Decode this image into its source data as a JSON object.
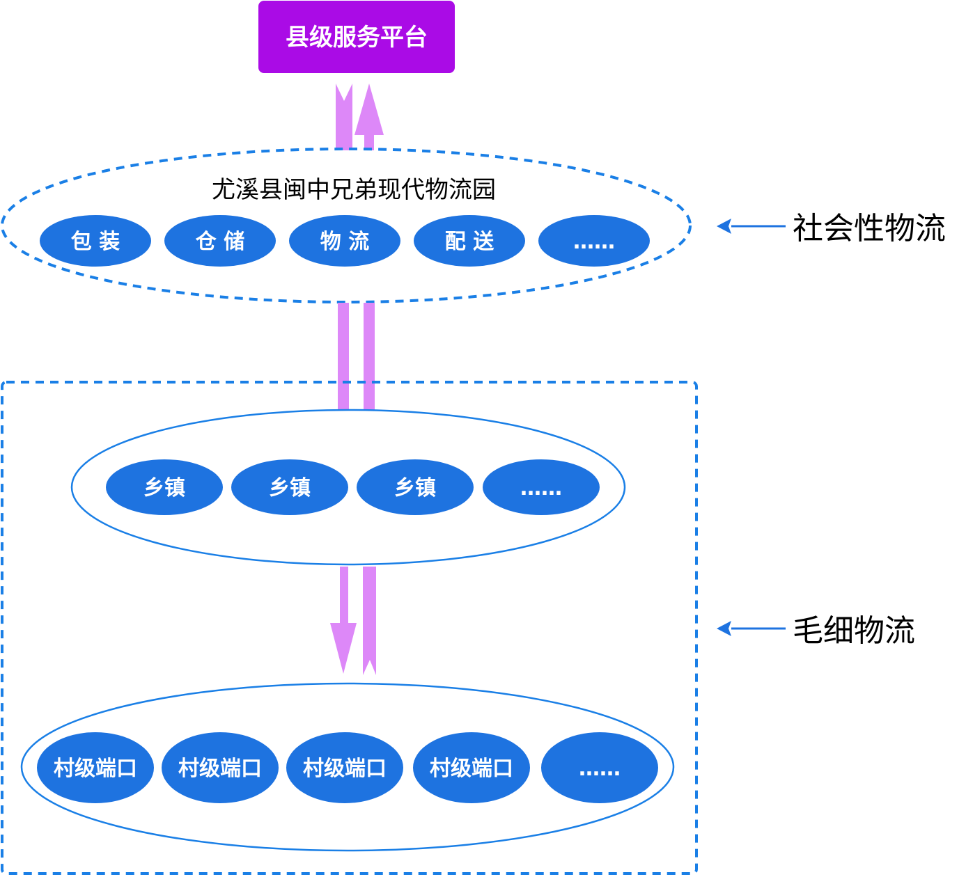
{
  "platform": {
    "label": "县级服务平台",
    "color": "#aa0be6"
  },
  "park": {
    "title": "尤溪县闽中兄弟现代物流园",
    "services": [
      "包 装",
      "仓 储",
      "物 流",
      "配 送",
      "……"
    ]
  },
  "capillary": {
    "townships": [
      "乡镇",
      "乡镇",
      "乡镇",
      "……"
    ],
    "villages": [
      "村级端口",
      "村级端口",
      "村级端口",
      "村级端口",
      "……"
    ]
  },
  "side_labels": {
    "social": "社会性物流",
    "capillary": "毛细物流"
  },
  "colors": {
    "node_fill": "#1e73e0",
    "outline": "#1a7fe6",
    "flow_arrow": "#dd88f8",
    "pointer_arrow": "#1e73e0"
  }
}
